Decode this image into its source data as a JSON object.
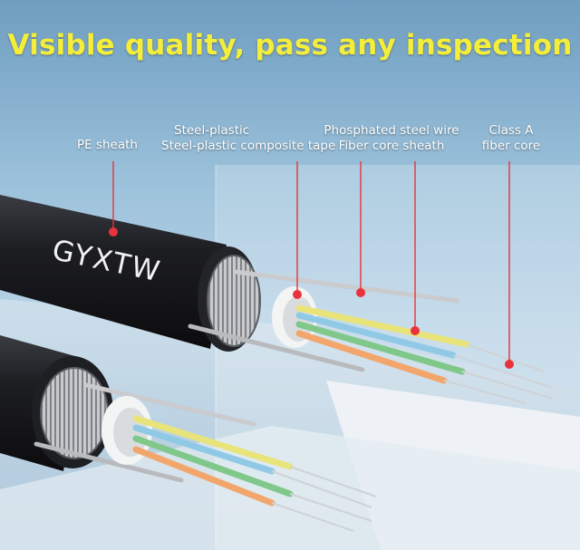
{
  "headline": "Visible quality, pass any inspection",
  "labels": {
    "pe_sheath": "PE sheath",
    "steel_plastic_line1": "Steel-plastic",
    "steel_plastic_line2": "Steel-plastic composite tape",
    "phosphated_line1": "Phosphated steel wire",
    "phosphated_line2": "Fiber core sheath",
    "class_a_line1": "Class A",
    "class_a_line2": "fiber core"
  },
  "cable_brand": "GYXTW",
  "colors": {
    "headline": "#f4ee3a",
    "callout_dot": "#e8323c",
    "callout_line": "#e8323c",
    "cable_jacket": "#1b1c20"
  }
}
